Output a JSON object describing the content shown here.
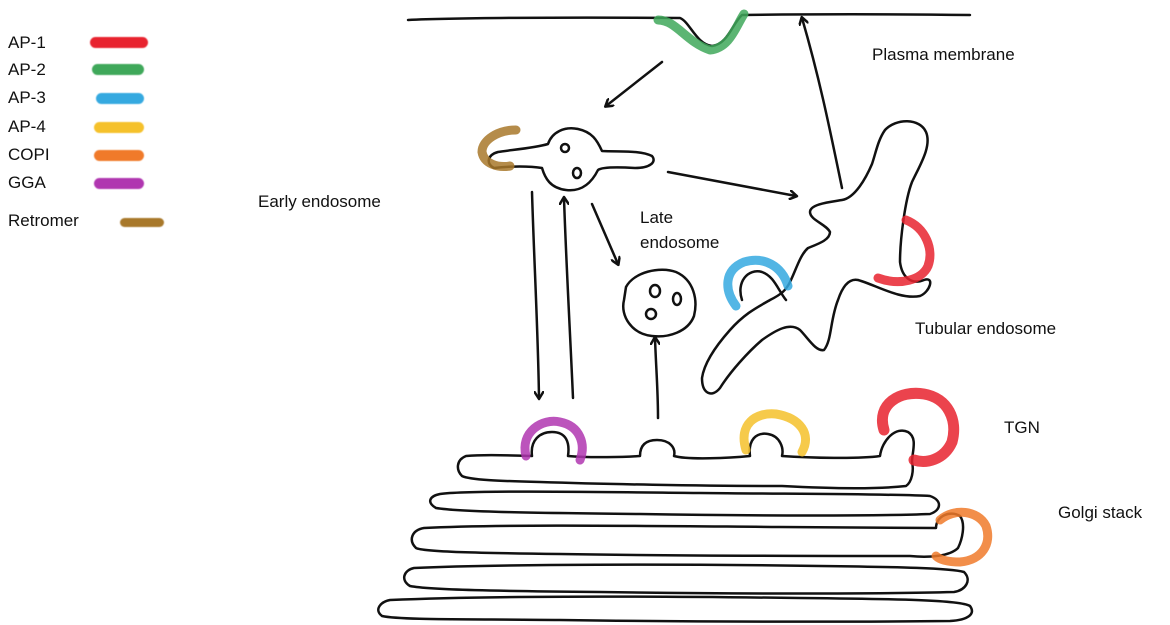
{
  "legend": {
    "items": [
      {
        "label": "AP-1",
        "color": "#e8232f"
      },
      {
        "label": "AP-2",
        "color": "#3fa85a"
      },
      {
        "label": "AP-3",
        "color": "#35a9e0"
      },
      {
        "label": "AP-4",
        "color": "#f5c12b"
      },
      {
        "label": "COPI",
        "color": "#f07a2a"
      },
      {
        "label": "GGA",
        "color": "#b036b0"
      },
      {
        "label": "Retromer",
        "color": "#a8782a"
      }
    ]
  },
  "labels": {
    "plasma_membrane": "Plasma membrane",
    "early_endosome": "Early endosome",
    "late_endosome_line1": "Late",
    "late_endosome_line2": "endosome",
    "tubular_endosome": "Tubular endosome",
    "tgn": "TGN",
    "golgi_stack": "Golgi stack"
  }
}
